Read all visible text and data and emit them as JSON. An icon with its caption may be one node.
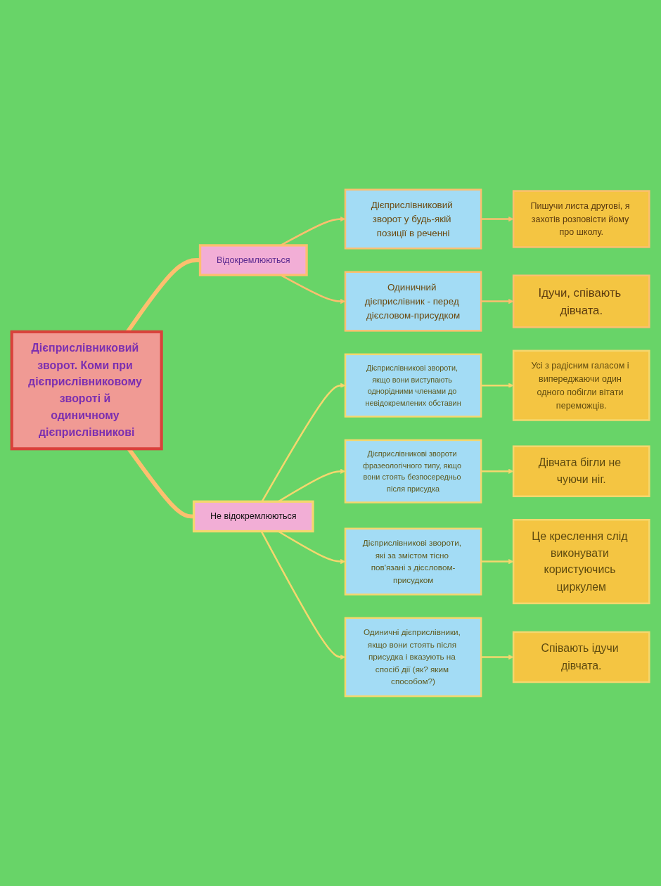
{
  "diagram": {
    "nodes": [
      {
        "text": [
          "Дієприслівниковий зворот. Коми при дієприслівниковому звороті й одиничному дієприслівникові"
        ]
      },
      {
        "text": [
          "Відокремлюються"
        ]
      },
      {
        "text": [
          "Дієприслівниковий зворот у будь-якій позиції в реченні"
        ]
      },
      {
        "text": [
          "Пишучи листа другові, я захотів розповісти йому про школу."
        ]
      },
      {
        "text": [
          "Одиничний дієприслівник - перед дієсловом-присудком"
        ]
      },
      {
        "text": [
          "Ідучи, співають дівчата."
        ]
      },
      {
        "text": [
          "Не відокремлюються"
        ]
      },
      {
        "text": [
          "Дієприслівникові звороти, якщо вони виступають однорідними членами до невідокремлених обставин"
        ]
      },
      {
        "text": [
          "Усі з радісним галасом і випереджаючи один одного побігли вітати переможців."
        ]
      },
      {
        "text": [
          "Дієприслівникові звороти фразеологічного типу, якщо вони стоять безпосередньо після присудка"
        ]
      },
      {
        "text": [
          "Дівчата бігли не чуючи ніг."
        ]
      },
      {
        "text": [
          "Дієприслівникові звороти, які за змістом тісно пов'язані з дієсловом-присудком"
        ]
      },
      {
        "text": [
          "Це креслення слід виконувати користуючись циркулем"
        ]
      },
      {
        "text": [
          "Одиничні дієприслівники, якщо вони стоять після присудка і вказують на спосіб дії (як? яким способом?)"
        ]
      },
      {
        "text": [
          "Співають ідучи дівчата."
        ]
      }
    ],
    "edges": [
      {
        "from": 0,
        "to": 1,
        "arrow": "none",
        "style": "thick",
        "color": "#fdbf6f"
      },
      {
        "from": 0,
        "to": 6,
        "arrow": "none",
        "style": "thick",
        "color": "#fdbf6f"
      },
      {
        "from": 1,
        "to": 2,
        "arrow": "to",
        "color": "#fdbf6f"
      },
      {
        "from": 2,
        "to": 3,
        "arrow": "to",
        "color": "#fdbf6f"
      },
      {
        "from": 1,
        "to": 4,
        "arrow": "to",
        "color": "#fdbf6f"
      },
      {
        "from": 4,
        "to": 5,
        "arrow": "to",
        "color": "#fdbf6f"
      },
      {
        "from": 6,
        "to": 7,
        "arrow": "to"
      },
      {
        "from": 7,
        "to": 8,
        "arrow": "to"
      },
      {
        "from": 6,
        "to": 9,
        "arrow": "to"
      },
      {
        "from": 9,
        "to": 10,
        "arrow": "to"
      },
      {
        "from": 6,
        "to": 11,
        "arrow": "to"
      },
      {
        "from": 11,
        "to": 12,
        "arrow": "to"
      },
      {
        "from": 6,
        "to": 13,
        "arrow": "to"
      },
      {
        "from": 13,
        "to": 14,
        "arrow": "to"
      }
    ]
  }
}
